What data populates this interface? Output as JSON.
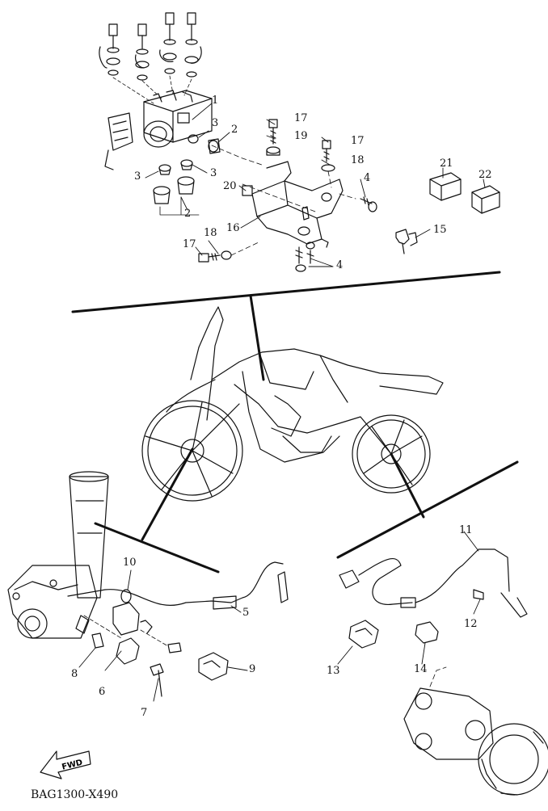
{
  "diagram": {
    "figure_code": "BAG1300-X490",
    "fwd_label": "FWD",
    "callouts": [
      {
        "id": "c1",
        "text": "1"
      },
      {
        "id": "c2a",
        "text": "2"
      },
      {
        "id": "c2b",
        "text": "2"
      },
      {
        "id": "c3a",
        "text": "3"
      },
      {
        "id": "c3b",
        "text": "3"
      },
      {
        "id": "c3c",
        "text": "3"
      },
      {
        "id": "c4a",
        "text": "4"
      },
      {
        "id": "c4b",
        "text": "4"
      },
      {
        "id": "c5",
        "text": "5"
      },
      {
        "id": "c6",
        "text": "6"
      },
      {
        "id": "c7",
        "text": "7"
      },
      {
        "id": "c8",
        "text": "8"
      },
      {
        "id": "c9",
        "text": "9"
      },
      {
        "id": "c10",
        "text": "10"
      },
      {
        "id": "c11",
        "text": "11"
      },
      {
        "id": "c12",
        "text": "12"
      },
      {
        "id": "c13",
        "text": "13"
      },
      {
        "id": "c14",
        "text": "14"
      },
      {
        "id": "c15",
        "text": "15"
      },
      {
        "id": "c16",
        "text": "16"
      },
      {
        "id": "c17a",
        "text": "17"
      },
      {
        "id": "c17b",
        "text": "17"
      },
      {
        "id": "c17c",
        "text": "17"
      },
      {
        "id": "c18a",
        "text": "18"
      },
      {
        "id": "c18b",
        "text": "18"
      },
      {
        "id": "c19",
        "text": "19"
      },
      {
        "id": "c20",
        "text": "20"
      },
      {
        "id": "c21",
        "text": "21"
      },
      {
        "id": "c22",
        "text": "22"
      }
    ]
  }
}
